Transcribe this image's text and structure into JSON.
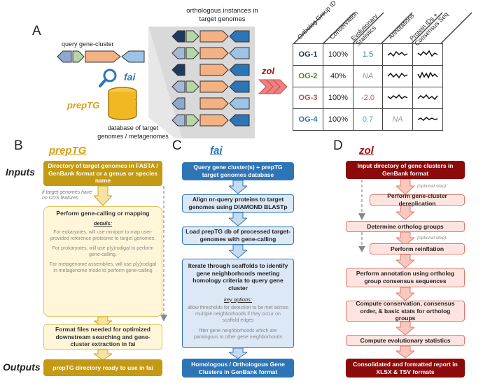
{
  "panel_a": {
    "label": "A",
    "query_label": "query gene-cluster",
    "orthologous_label": "orthologous instances in target genomes",
    "fai": "fai",
    "preptg": "prepTG",
    "database_label": "database of target genomes / metagenomes",
    "zol": "zol",
    "table_headers": [
      "Ortholog Group ID",
      "Conservation",
      "Evolutionary Statistics",
      "Annotations",
      "Protein IDs + Consensus Seq"
    ],
    "rows": [
      {
        "og": "OG-1",
        "cons": "100%",
        "evo": "1.5",
        "ann": "",
        "color": "#1f3a5f",
        "evo_color": "#2e75b6"
      },
      {
        "og": "OG-2",
        "cons": "40%",
        "evo": "NA",
        "ann": "",
        "color": "#4f7f2f",
        "evo_color": "#999999"
      },
      {
        "og": "OG-3",
        "cons": "100%",
        "evo": "-2.0",
        "ann": "",
        "color": "#c0504d",
        "evo_color": "#e05050"
      },
      {
        "og": "OG-4",
        "cons": "100%",
        "evo": "0.7",
        "ann": "NA",
        "color": "#2e75b6",
        "evo_color": "#2e75b6"
      }
    ]
  },
  "panel_b": {
    "label": "B",
    "title": "prepTG",
    "inputs": "Inputs",
    "outputs": "Outputs",
    "box1": "Directory of target genomes in FASTA / GenBank format or a genus or species name",
    "note": "if target genomes have no CDS features",
    "box2": "Perform gene-calling or mapping",
    "details": "details:",
    "detail1": "For eukaryotes, will use miniport to map user-provided reference proteome to target genomes.",
    "detail2": "For prokaryotes, will use p(y)rodigal to perform gene-calling.",
    "detail3": "For metagenome assemblies, will use p(y)rodigal in metagenome mode to perform gene-calling",
    "box3": "Format files needed for optimized downstream searching and gene-cluster extraction in fai",
    "box4": "prepTG directory ready to use in fai"
  },
  "panel_c": {
    "label": "C",
    "title": "fai",
    "box1": "Query gene cluster(s) + prepTG target genomes database",
    "box2": "Align nr-query proteins to target genomes using DIAMOND BLASTp",
    "box3": "Load prepTG db of processed target-genomes with gene-calling",
    "box4": "Iterate through scaffolds to identify gene neighborhoods meeting homology criteria to query gene cluster",
    "key": "key options:",
    "opt1": "allow thresholds for detection to be met across multiple neighborhoods if they occur on scaffold edges",
    "opt2": "filter gene neighborhoods which are paralogous to other gene neighborhoods",
    "box5": "Homologous / Orthologous Gene Clusters in GenBank format"
  },
  "panel_d": {
    "label": "D",
    "title": "zol",
    "box1": "Input directory of gene clusters in GenBank format",
    "opt": "(optional step)",
    "box2": "Perform gene-cluster dereplication",
    "box3": "Determine ortholog groups",
    "box4": "Perform reinflation",
    "box5": "Perform annotation using ortholog group consensus sequences",
    "box6": "Compute conservation, consensus order, & basic stats for ortholog groups",
    "box7": "Compute evolutionary statistics",
    "box8": "Consolidated and formatted report in XLSX & TSV formats"
  }
}
